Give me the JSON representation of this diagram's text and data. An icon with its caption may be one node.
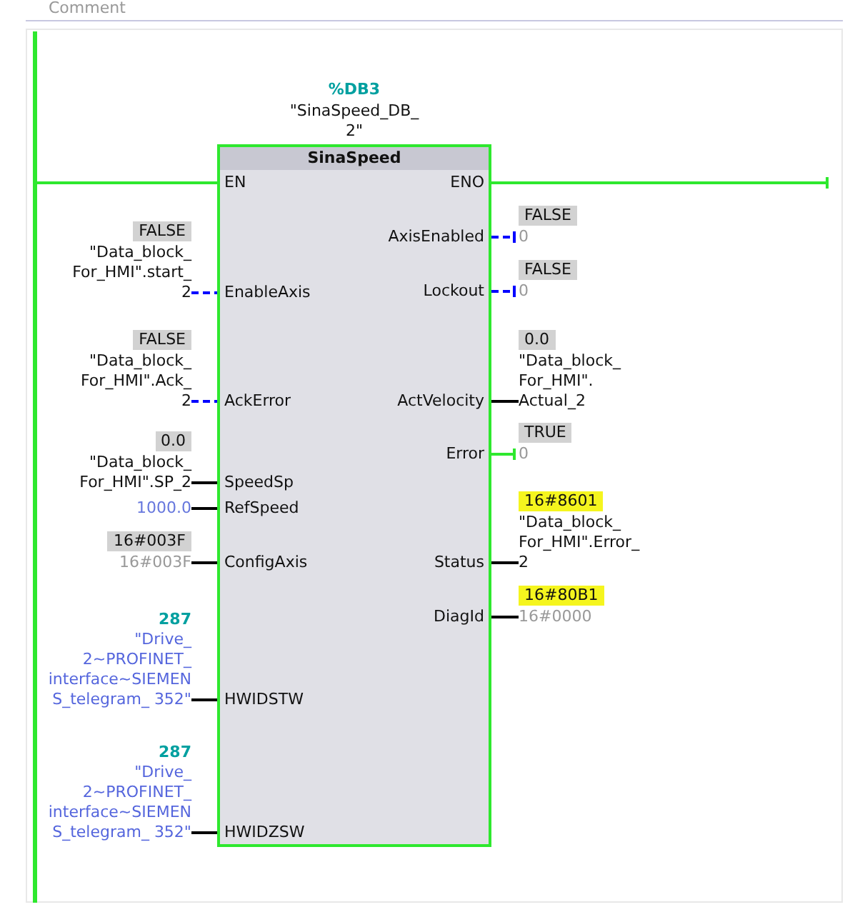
{
  "diagram": {
    "nodes": [
      {
        "text": [],
        "shape": "bar"
      },
      {
        "text": [
          "SinaSpeed"
        ],
        "beside": [
          "%DB3",
          "\"SinaSpeed_DB_ 2\""
        ]
      },
      {
        "text": [
          "EN"
        ],
        "in": 1
      },
      {
        "text": [
          "ENO"
        ],
        "in": 1
      },
      {
        "text": [
          "AxisEnabled"
        ],
        "in": 1
      },
      {
        "text": [
          "EnableAxis"
        ],
        "in": 1
      },
      {
        "text": [
          "Lockout"
        ],
        "in": 1
      },
      {
        "text": [
          "AckError"
        ],
        "in": 1
      },
      {
        "text": [
          "ActVelocity"
        ],
        "in": 1
      },
      {
        "text": [
          "Error"
        ],
        "in": 1
      },
      {
        "text": [
          "SpeedSp"
        ],
        "in": 1
      },
      {
        "text": [
          "RefSpeed"
        ],
        "in": 1
      },
      {
        "text": [
          "ConfigAxis"
        ],
        "in": 1
      },
      {
        "text": [
          "Status"
        ],
        "in": 1
      },
      {
        "text": [
          "DiagId"
        ],
        "in": 1
      },
      {
        "text": [
          "HWIDSTW"
        ],
        "in": 1
      },
      {
        "text": [
          "HWIDZSW"
        ],
        "in": 1
      },
      {
        "text": [
          "FALSE",
          "\"Data_block_ For_HMI\".start_ 2"
        ]
      },
      {
        "text": [
          "FALSE",
          "\"Data_block_ For_HMI\".Ack_ 2"
        ]
      },
      {
        "text": [
          "0.0",
          "\"Data_block_ For_HMI\".SP_2"
        ]
      },
      {
        "text": [
          "1000.0"
        ]
      },
      {
        "text": [
          "16#003F",
          "16#003F"
        ]
      },
      {
        "text": [
          "287",
          "\"Drive_ 2~PROFINET_ interface~SIEMEN S_telegram_ 352\""
        ]
      },
      {
        "text": [
          "287",
          "\"Drive_ 2~PROFINET_ interface~SIEMEN S_telegram_ 352\""
        ]
      },
      {
        "text": [
          "FALSE",
          "0"
        ]
      },
      {
        "text": [
          "FALSE",
          "0"
        ]
      },
      {
        "text": [
          "0.0",
          "\"Data_block_ For_HMI\". Actual_2"
        ]
      },
      {
        "text": [
          "TRUE",
          "0"
        ]
      },
      {
        "text": [
          "16#8601",
          "\"Data_block_ For_HMI\".Error_ 2"
        ]
      },
      {
        "text": [
          "16#80B1",
          "16#0000"
        ]
      }
    ],
    "edges": [
      {
        "from": 0,
        "to": 2,
        "arrow": "none",
        "color": "#2ee82e"
      },
      {
        "from": 3,
        "to": null,
        "arrow": "other",
        "color": "#2ee82e"
      },
      {
        "from": 17,
        "to": 5,
        "arrow": "none",
        "style": "dashed",
        "color": "#0000ff"
      },
      {
        "from": 18,
        "to": 7,
        "arrow": "none",
        "style": "dashed",
        "color": "#0000ff"
      },
      {
        "from": 19,
        "to": 10,
        "arrow": "none"
      },
      {
        "from": 20,
        "to": 11,
        "arrow": "none"
      },
      {
        "from": 21,
        "to": 12,
        "arrow": "none"
      },
      {
        "from": 22,
        "to": 15,
        "arrow": "none"
      },
      {
        "from": 23,
        "to": 16,
        "arrow": "none"
      },
      {
        "from": 4,
        "to": 24,
        "arrow": "other",
        "style": "dashed",
        "color": "#0000ff"
      },
      {
        "from": 6,
        "to": 25,
        "arrow": "other",
        "style": "dashed",
        "color": "#0000ff"
      },
      {
        "from": 8,
        "to": 26,
        "arrow": "none"
      },
      {
        "from": 9,
        "to": 27,
        "arrow": "other",
        "color": "#2ee82e"
      },
      {
        "from": 13,
        "to": 28,
        "arrow": "none"
      },
      {
        "from": 14,
        "to": 29,
        "arrow": "none"
      }
    ],
    "labels": [
      "Comment"
    ]
  }
}
